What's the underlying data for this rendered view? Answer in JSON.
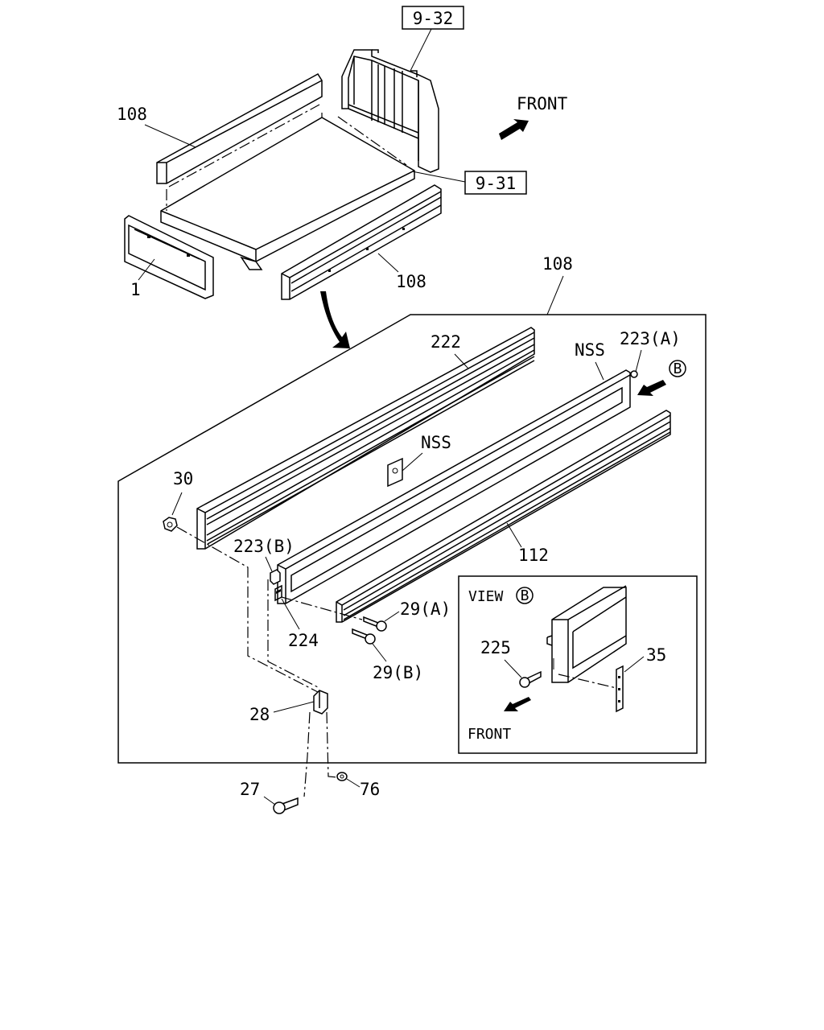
{
  "diagram": {
    "ref_boxes": [
      "9-32",
      "9-31"
    ],
    "front_label": "FRONT",
    "view_label": "VIEW",
    "view_marker": "B",
    "callouts": {
      "p108_top_left": "108",
      "p1": "1",
      "p108_lower": "108",
      "p108_detail": "108",
      "p222": "222",
      "nss_top": "NSS",
      "p223a": "223(A)",
      "nss_center": "NSS",
      "p30": "30",
      "p223b": "223(B)",
      "p112": "112",
      "p224": "224",
      "p29a": "29(A)",
      "p29b": "29(B)",
      "p28": "28",
      "p27": "27",
      "p76": "76",
      "p225": "225",
      "p35": "35"
    }
  }
}
